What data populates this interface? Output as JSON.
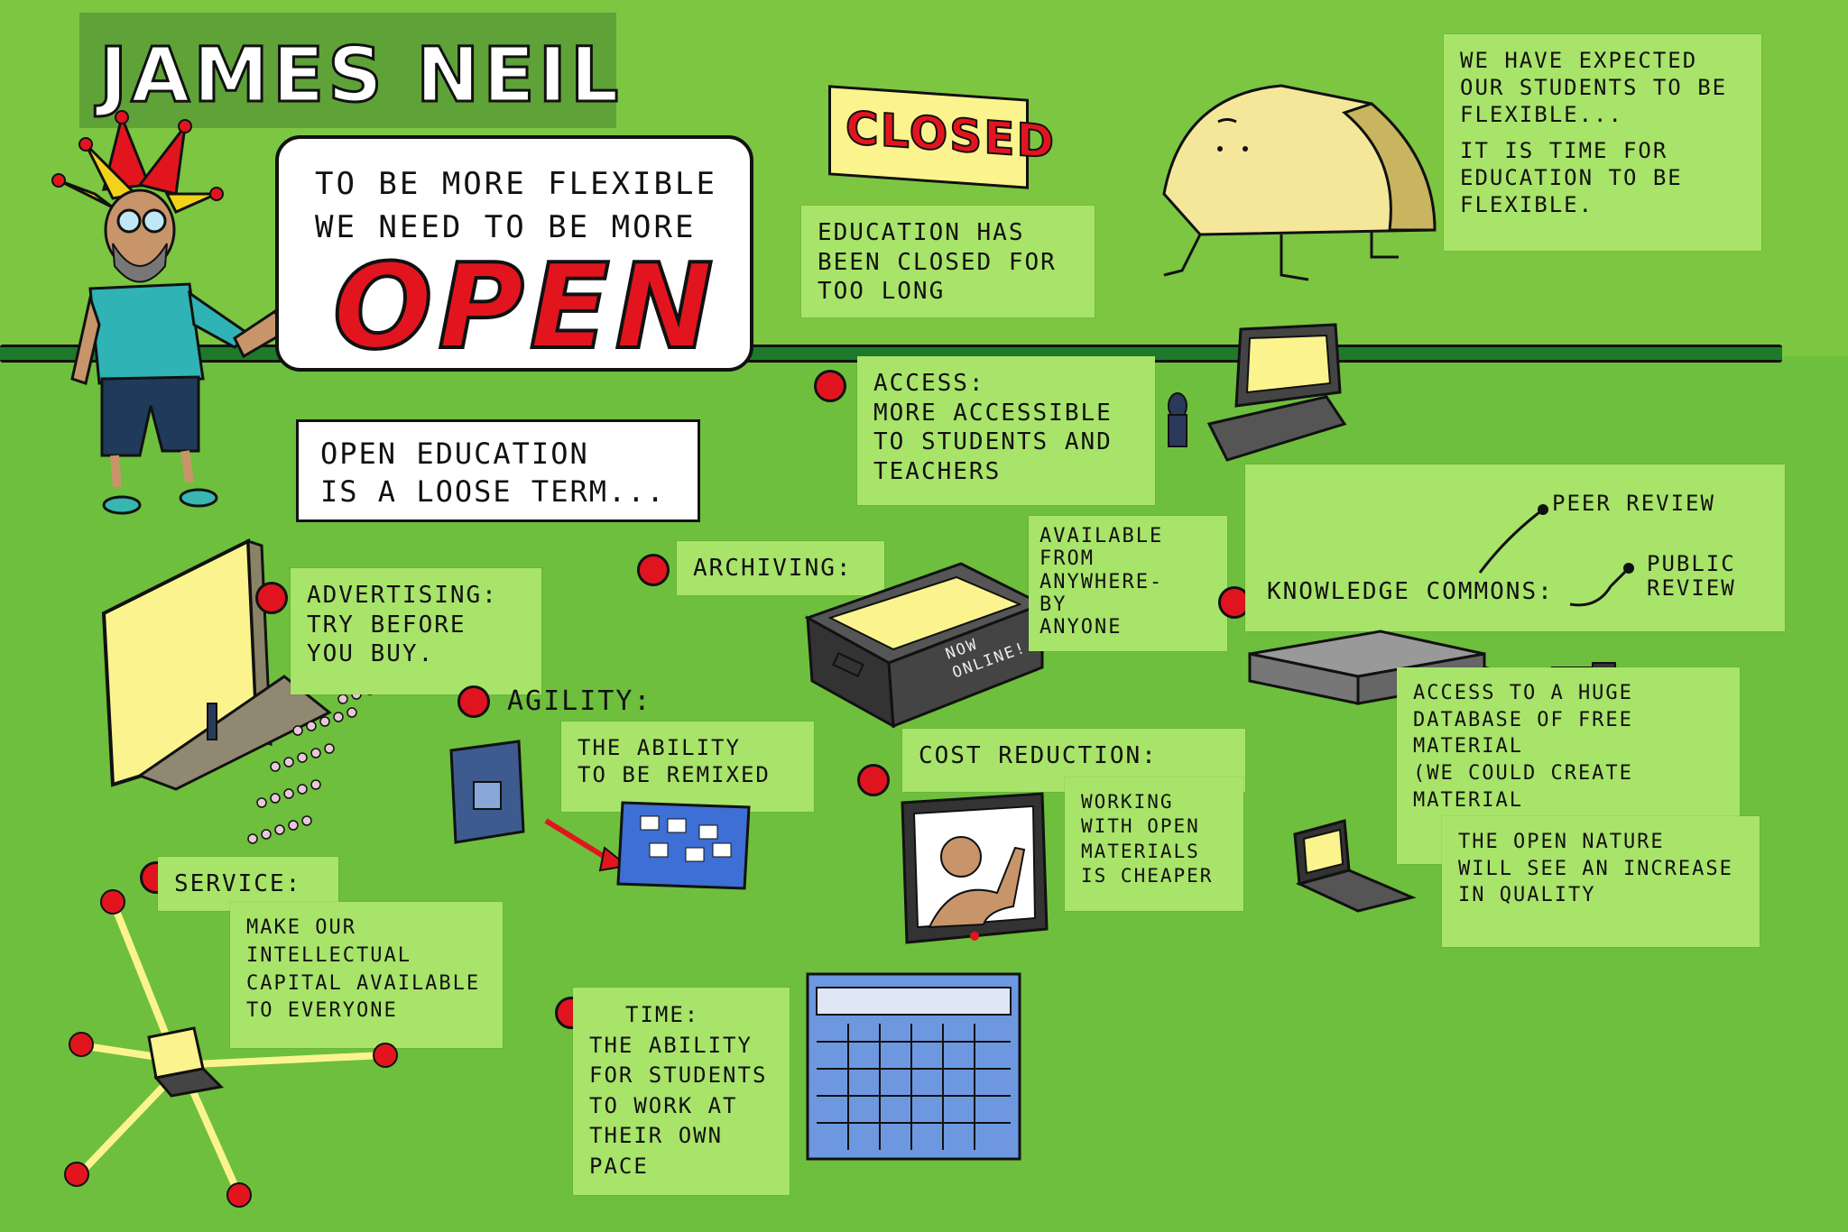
{
  "title": "JAMES NEIL",
  "speech_bubble": {
    "line1": "TO BE MORE FLEXIBLE",
    "line2": "WE NEED TO BE MORE",
    "big_word": "OPEN"
  },
  "open_education_note": [
    "OPEN EDUCATION",
    "IS A LOOSE TERM..."
  ],
  "closed_sign": "CLOSED",
  "closed_note": [
    "EDUCATION HAS",
    "BEEN CLOSED FOR",
    "TOO LONG"
  ],
  "flexible_note": [
    "WE HAVE EXPECTED",
    "OUR STUDENTS TO BE",
    "FLEXIBLE...",
    "IT IS TIME FOR",
    "EDUCATION TO BE",
    "FLEXIBLE."
  ],
  "access_note": [
    "ACCESS:",
    "MORE ACCESSIBLE",
    "TO STUDENTS AND",
    "TEACHERS"
  ],
  "advertising_note": [
    "ADVERTISING:",
    "TRY BEFORE",
    "YOU BUY."
  ],
  "archiving_note": [
    "ARCHIVING:"
  ],
  "archive_box_label": [
    "NOW",
    "ONLINE!"
  ],
  "available_note": [
    "AVAILABLE",
    "FROM",
    "ANYWHERE-",
    "BY",
    "ANYONE"
  ],
  "knowledge_note": [
    "KNOWLEDGE COMMONS:"
  ],
  "peer_review": "PEER REVIEW",
  "public_review": [
    "PUBLIC",
    "REVIEW"
  ],
  "agility_label": "AGILITY:",
  "agility_note": [
    "THE ABILITY",
    "TO BE REMIXED"
  ],
  "cost_label": "COST REDUCTION:",
  "cost_note": [
    "WORKING",
    "WITH OPEN",
    "MATERIALS",
    "IS CHEAPER"
  ],
  "database_note": [
    "ACCESS TO A HUGE",
    "DATABASE OF FREE",
    "MATERIAL",
    "(WE COULD CREATE",
    "MATERIAL"
  ],
  "quality_note": [
    "THE OPEN NATURE",
    "WILL SEE AN INCREASE",
    "IN QUALITY"
  ],
  "service_label": "SERVICE:",
  "service_note": [
    "MAKE OUR",
    "INTELLECTUAL",
    "CAPITAL AVAILABLE",
    "TO EVERYONE"
  ],
  "time_label": "TIME:",
  "time_note": [
    "THE ABILITY",
    "FOR STUDENTS",
    "TO WORK AT",
    "THEIR OWN PACE"
  ],
  "colors": {
    "background": "#7cc642",
    "note": "#a8e36a",
    "accent_red": "#e2151f",
    "sticky_yellow": "#fbf48e"
  },
  "icons": [
    "jester-person-icon",
    "tent-creature-icon",
    "laptop-icon",
    "projector-screen-icon",
    "archive-box-icon",
    "router-device-icon",
    "book-icon",
    "board-icon",
    "video-call-icon",
    "network-icon",
    "calendar-icon"
  ]
}
